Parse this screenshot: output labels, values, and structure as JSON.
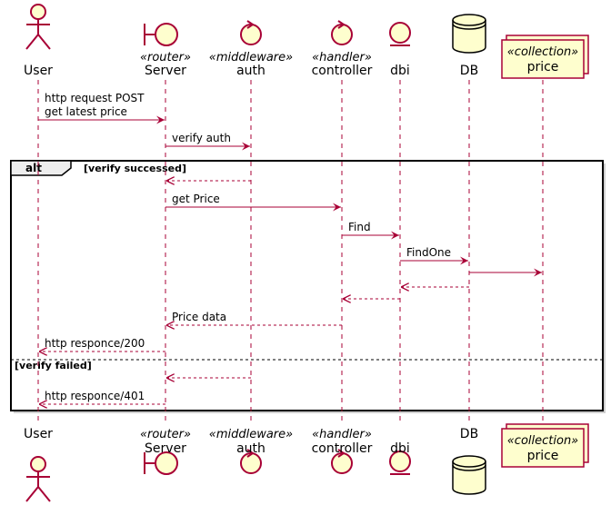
{
  "colors": {
    "line": "#A80036",
    "fill": "#FEFECE",
    "lifeline": "#A80036",
    "frame": "#000000",
    "shadow": "#cfcfcf"
  },
  "participants": [
    {
      "id": "user",
      "type": "actor",
      "name": "User",
      "stereotype": ""
    },
    {
      "id": "server",
      "type": "boundary",
      "name": "Server",
      "stereotype": "«router»"
    },
    {
      "id": "auth",
      "type": "control",
      "name": "auth",
      "stereotype": "«middleware»"
    },
    {
      "id": "controller",
      "type": "control",
      "name": "controller",
      "stereotype": "«handler»"
    },
    {
      "id": "dbi",
      "type": "entity",
      "name": "dbi",
      "stereotype": ""
    },
    {
      "id": "db",
      "type": "database",
      "name": "DB",
      "stereotype": ""
    },
    {
      "id": "price",
      "type": "collections",
      "name": "price",
      "stereotype": "«collection»"
    }
  ],
  "alt": {
    "keyword": "alt",
    "condition1": "[verify successed]",
    "condition2": "[verify failed]"
  },
  "messages": [
    {
      "from": "user",
      "to": "server",
      "lines": [
        "http request POST",
        "get latest price"
      ],
      "dashed": false
    },
    {
      "from": "server",
      "to": "auth",
      "lines": [
        "verify auth"
      ],
      "dashed": false
    },
    {
      "from": "auth",
      "to": "server",
      "lines": [],
      "dashed": true
    },
    {
      "from": "server",
      "to": "controller",
      "lines": [
        "get Price"
      ],
      "dashed": false
    },
    {
      "from": "controller",
      "to": "dbi",
      "lines": [
        "Find"
      ],
      "dashed": false
    },
    {
      "from": "dbi",
      "to": "db",
      "lines": [
        "FindOne"
      ],
      "dashed": false
    },
    {
      "from": "db",
      "to": "price",
      "lines": [],
      "dashed": false
    },
    {
      "from": "db",
      "to": "dbi",
      "lines": [],
      "dashed": true
    },
    {
      "from": "dbi",
      "to": "controller",
      "lines": [],
      "dashed": true
    },
    {
      "from": "controller",
      "to": "server",
      "lines": [
        "Price data"
      ],
      "dashed": true
    },
    {
      "from": "server",
      "to": "user",
      "lines": [
        "http responce/200"
      ],
      "dashed": true
    },
    {
      "from": "auth",
      "to": "server",
      "lines": [],
      "dashed": true
    },
    {
      "from": "server",
      "to": "user",
      "lines": [
        "http responce/401"
      ],
      "dashed": true
    }
  ]
}
